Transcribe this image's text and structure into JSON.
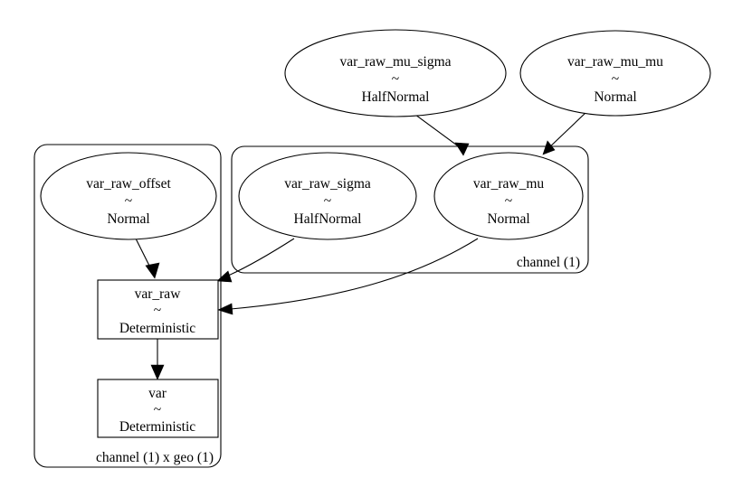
{
  "diagram": {
    "kind": "probabilistic-model-graph",
    "background_color": "#ffffff",
    "stroke_color": "#000000",
    "tilde": "~",
    "nodes": [
      {
        "id": "var_raw_mu_sigma",
        "name": "var_raw_mu_sigma",
        "distribution": "HalfNormal",
        "shape": "ellipse"
      },
      {
        "id": "var_raw_mu_mu",
        "name": "var_raw_mu_mu",
        "distribution": "Normal",
        "shape": "ellipse"
      },
      {
        "id": "var_raw_offset",
        "name": "var_raw_offset",
        "distribution": "Normal",
        "shape": "ellipse"
      },
      {
        "id": "var_raw_sigma",
        "name": "var_raw_sigma",
        "distribution": "HalfNormal",
        "shape": "ellipse"
      },
      {
        "id": "var_raw_mu",
        "name": "var_raw_mu",
        "distribution": "Normal",
        "shape": "ellipse"
      },
      {
        "id": "var_raw",
        "name": "var_raw",
        "distribution": "Deterministic",
        "shape": "rectangle"
      },
      {
        "id": "var",
        "name": "var",
        "distribution": "Deterministic",
        "shape": "rectangle"
      }
    ],
    "plates": [
      {
        "id": "plate_channel_geo",
        "label": "channel (1) x geo (1)"
      },
      {
        "id": "plate_channel",
        "label": "channel (1)"
      }
    ],
    "edges": [
      {
        "from": "var_raw_mu_sigma",
        "to": "var_raw_mu"
      },
      {
        "from": "var_raw_mu_mu",
        "to": "var_raw_mu"
      },
      {
        "from": "var_raw_offset",
        "to": "var_raw"
      },
      {
        "from": "var_raw_sigma",
        "to": "var_raw"
      },
      {
        "from": "var_raw_mu",
        "to": "var_raw"
      },
      {
        "from": "var_raw",
        "to": "var"
      }
    ]
  }
}
